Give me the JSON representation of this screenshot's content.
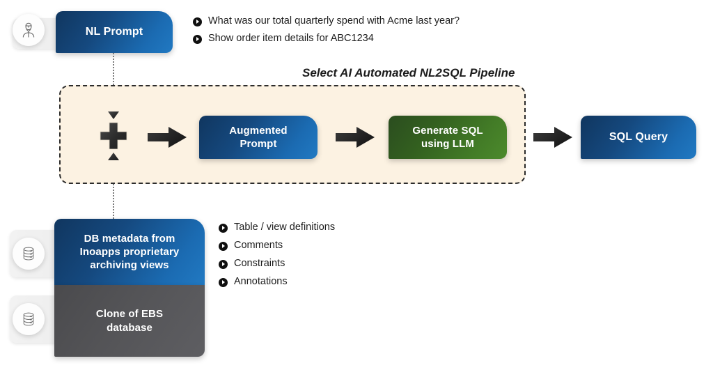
{
  "diagram": {
    "pipeline_title": "Select AI Automated NL2SQL Pipeline",
    "colors": {
      "blue_dark": "#10365f",
      "blue_light": "#2179c2",
      "green_dark": "#2b4d1f",
      "green_light": "#4c8a2c",
      "grey": "#545457",
      "panel_bg": "#fcf2e2",
      "panel_border": "#2b2b2b",
      "arrow": "#2b2b2b"
    }
  },
  "nodes": {
    "nl_prompt": {
      "label": "NL Prompt"
    },
    "augmented_prompt": {
      "line1": "Augmented",
      "line2": "Prompt"
    },
    "generate_sql": {
      "line1": "Generate SQL",
      "line2": "using LLM"
    },
    "sql_query": {
      "label": "SQL Query"
    },
    "db_metadata": {
      "line1": "DB metadata from",
      "line2": "Inoapps proprietary",
      "line3": "archiving views"
    },
    "ebs_clone": {
      "line1": "Clone of EBS",
      "line2": "database"
    }
  },
  "icons": {
    "user": "user-avatar-icon",
    "database_top": "database-icon",
    "database_bottom": "database-icon",
    "merge": "plus-merge-icon",
    "arrow": "right-arrow-icon"
  },
  "prompt_examples": {
    "items": [
      {
        "text": "What was our total quarterly spend with Acme last year?"
      },
      {
        "text": "Show order item details for ABC1234"
      }
    ]
  },
  "metadata_items": {
    "items": [
      {
        "text": "Table / view definitions"
      },
      {
        "text": "Comments"
      },
      {
        "text": "Constraints"
      },
      {
        "text": "Annotations"
      }
    ]
  }
}
